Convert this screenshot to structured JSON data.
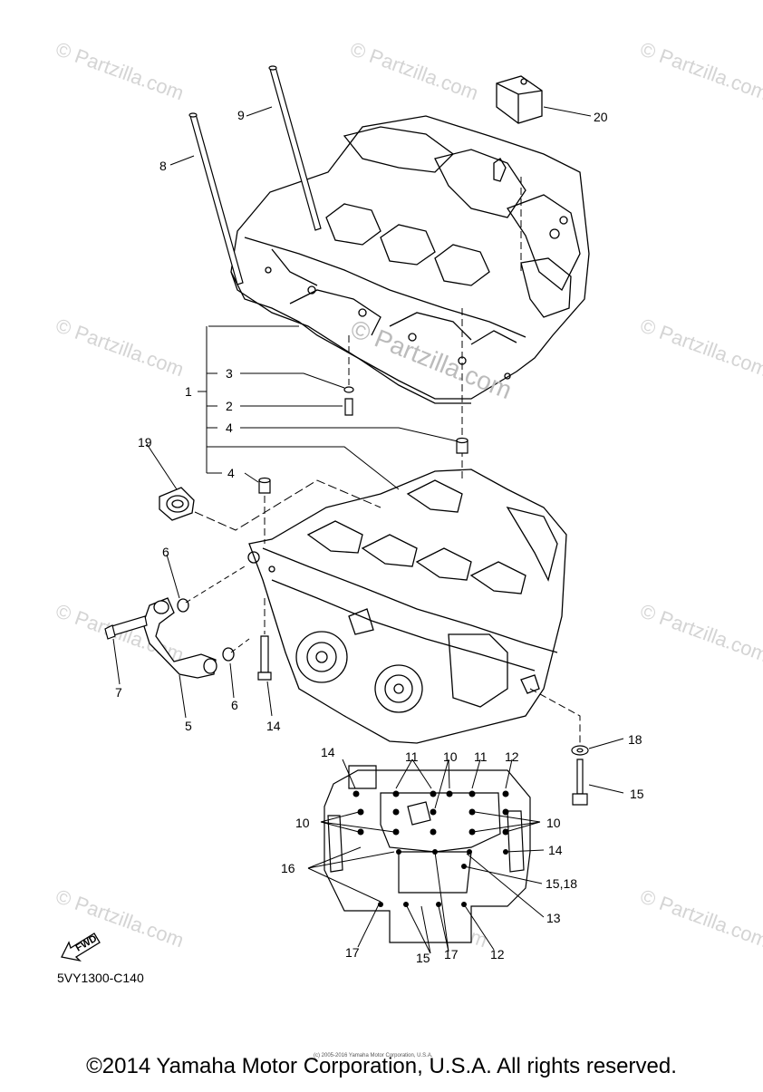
{
  "watermark": {
    "text": "© Partzilla.com",
    "center_text": "© Partzilla.com"
  },
  "callouts": {
    "c1": "1",
    "c2": "2",
    "c3": "3",
    "c4a": "4",
    "c4b": "4",
    "c5": "5",
    "c6a": "6",
    "c6b": "6",
    "c7": "7",
    "c8": "8",
    "c9": "9",
    "c10a": "10",
    "c10b": "10",
    "c10c": "10",
    "c11a": "11",
    "c11b": "11",
    "c12a": "12",
    "c12b": "12",
    "c13": "13",
    "c14a": "14",
    "c14b": "14",
    "c14c": "14",
    "c15a": "15",
    "c15b": "15",
    "c1518": "15,18",
    "c16": "16",
    "c17a": "17",
    "c17b": "17",
    "c18": "18",
    "c19": "19",
    "c20": "20"
  },
  "fwd_label": "FWD",
  "diagram_code": "5VY1300-C140",
  "fine_print": "(c) 2005-2016 Yamaha Motor Corporation, U.S.A.",
  "copyright": "©2014 Yamaha Motor Corporation, U.S.A. All rights reserved."
}
